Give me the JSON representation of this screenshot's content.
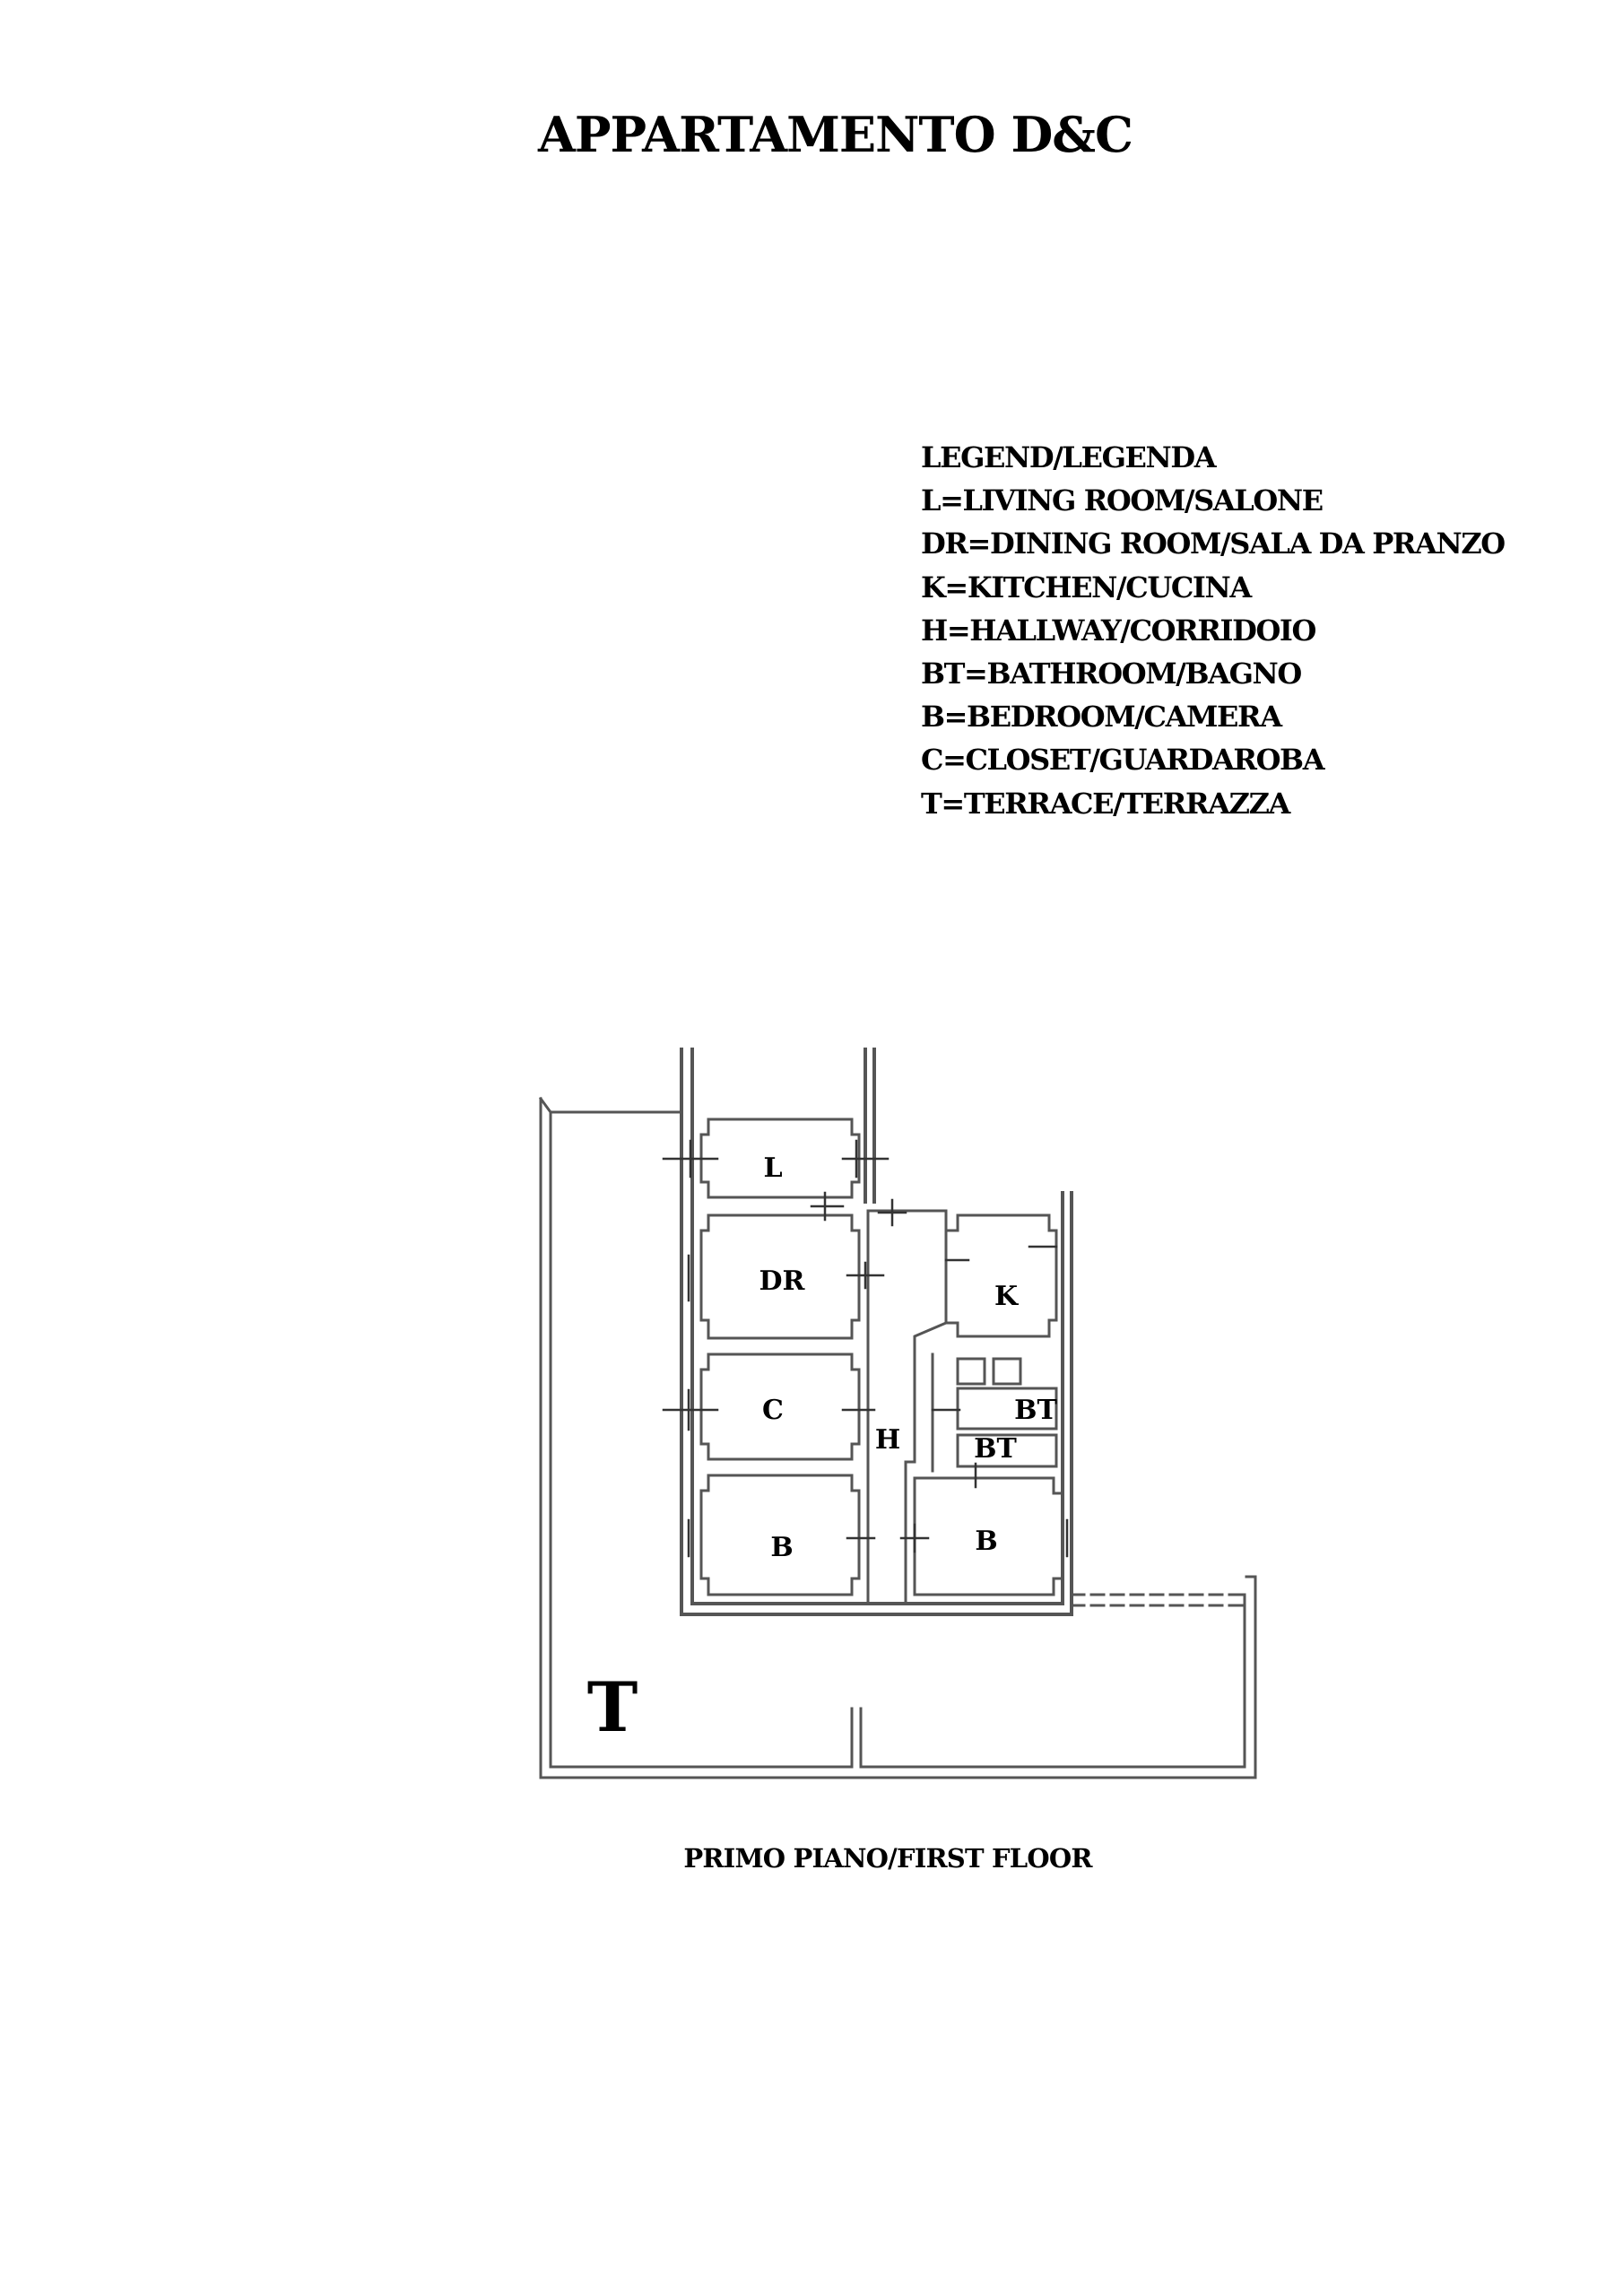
{
  "title": "APPARTAMENTO D&C",
  "legend": [
    "LEGEND/LEGENDA",
    "L=LIVING ROOM/SALONE",
    "DR=DINING ROOM/SALA DA PRANZO",
    "K=KITCHEN/CUCINA",
    "H=HALLWAY/CORRIDOIO",
    "BT=BATHROOM/BAGNO",
    "B=BEDROOM/CAMERA",
    "C=CLOSET/GUARDAROBA",
    "T=TERRACE/TERRAZZA"
  ],
  "rooms": {
    "living": "L",
    "dining": "DR",
    "kitchen": "K",
    "closet": "C",
    "hallway": "H",
    "bathroom_1": "BT",
    "bathroom_2": "BT",
    "bedroom_1": "B",
    "bedroom_2": "B",
    "terrace": "T"
  },
  "caption": "PRIMO PIANO/FIRST FLOOR"
}
